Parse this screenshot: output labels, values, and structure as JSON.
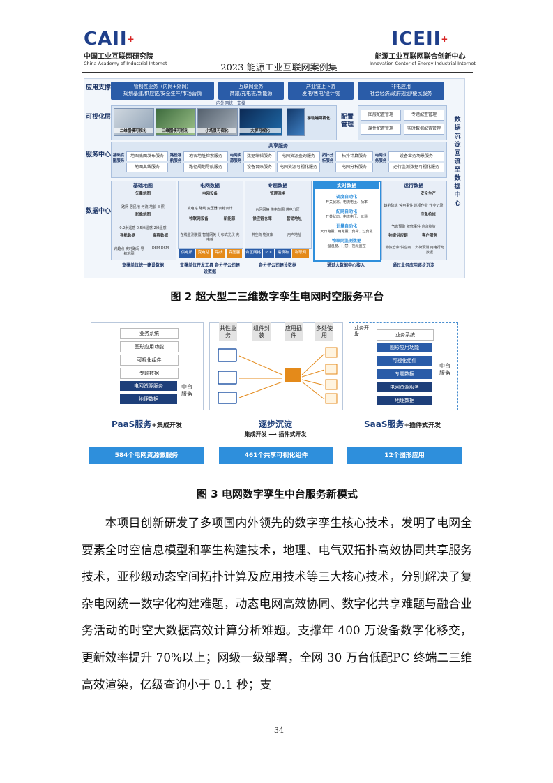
{
  "header": {
    "left_logo": "CAII",
    "left_cn": "中国工业互联网研究院",
    "left_en": "China Academy of Industrial Internet",
    "right_logo": "ICEII",
    "right_cn": "能源工业互联网联合创新中心",
    "right_en": "Innovation Center of Energy Industrial Internet",
    "center": "2023 能源工业互联网案例集"
  },
  "fig2": {
    "rows": [
      "应用支撑",
      "可视化层",
      "服务中心",
      "数据中心"
    ],
    "app_support": [
      {
        "title": "管制性业务（内网+外网）",
        "sub": "规划基建/供应链/安全生产/市场营销"
      },
      {
        "title": "互联网业务",
        "sub": "商旅/充电桩/新能源"
      },
      {
        "title": "产业链上下游",
        "sub": "发电/售电/设计院"
      },
      {
        "title": "非电应用",
        "sub": "社会经济/政府规划/便民服务"
      }
    ],
    "inner_outer": "内外网统一支撑",
    "vis_shots": [
      "二维图模可视化",
      "三维图模可视化",
      "小场景可视化",
      "大屏可视化",
      "移动端可视化"
    ],
    "config_label": "配置管理",
    "config_items": [
      "图层配置管理",
      "专题配置管理",
      "属性配置管理",
      "实时数据配置管理"
    ],
    "shared_services": "共享服务",
    "service_groups": [
      {
        "name": "基础底图服务",
        "items": [
          "地图底图发布服务",
          "地图离线服务"
        ]
      },
      {
        "name": "路径导航服务",
        "items": [
          "地名地址检索服务",
          "路径规划导航服务"
        ]
      },
      {
        "name": "电网资源服务",
        "items": [
          "数据编辑服务",
          "电网资源查询服务",
          "设备台账服务",
          "电网资源可视化服务"
        ]
      },
      {
        "name": "拓扑分析服务",
        "items": [
          "拓扑计算服务",
          "电网分析服务"
        ]
      },
      {
        "name": "电网业务服务",
        "items": [
          "设备业务场景服务",
          "运行监测数据可视化服务"
        ]
      }
    ],
    "data_panels": [
      "基础地图",
      "电网数据",
      "专题数据",
      "实时数据",
      "运行数据"
    ],
    "base_map": {
      "g1": "矢量地图",
      "g1_items": [
        "路网",
        "居民地",
        "河流",
        "地貌",
        "日照"
      ],
      "g2": "影像地图",
      "g2_items": [
        "0.2米遥感",
        "0.5米遥感",
        "2米遥感"
      ],
      "g3": "导航数据",
      "g3_items": [
        "兴趣点",
        "实时路况",
        "导航地图"
      ],
      "g4": "高程数据",
      "g4_items": [
        "DEM",
        "DSM"
      ]
    },
    "grid_data": {
      "g1": "电网设备",
      "g1_items": [
        "变电站",
        "路线",
        "变压器",
        "表箱表计"
      ],
      "g2": "物联网设备",
      "g2_items": [
        "在线监测装置",
        "智能网关",
        "分布式光伏",
        "充电桩"
      ],
      "g3": "新能源"
    },
    "topic_data": {
      "g1": "管理网格",
      "g1_items": [
        "台区网格",
        "供电范围",
        "供电分区"
      ],
      "g2": "供应链仓库",
      "g2_items": [
        "供应商",
        "物资库"
      ],
      "g3": "营销地址",
      "g3_items": [
        "用户地址"
      ]
    },
    "chips": [
      "供电所",
      "变电站",
      "路线",
      "变压器",
      "台区网格",
      "POI",
      "建筑物",
      "物联网"
    ],
    "realtime": [
      "调度自动化",
      "开关状态、电流电压、功率",
      "配网自动化",
      "开关状态、电流电压、三遥",
      "计量自动化",
      "天日电量、用电量、负荷、过负载",
      "物联网监测数据",
      "温湿度、门禁、视频监控"
    ],
    "ops": {
      "g1": "安全生产",
      "g1_items": [
        "缺陷隐患",
        "停电事件",
        "巡视作业",
        "作业记录"
      ],
      "g2": "应急抢修",
      "g2_items": [
        "气象预警",
        "抢修事件",
        "应急物资"
      ],
      "g3": "物资供应链",
      "g3_items": [
        "物资仓库",
        "供应商"
      ],
      "g4": "客户服务",
      "g4_items": [
        "负荷预测",
        "用电行为数据"
      ]
    },
    "bottom": [
      "支撑单位统一建设数据",
      "支撑单位开发工具 各分子公司建设数据",
      "各分子公司建设数据",
      "通过大数据中心接入",
      "通过业务应用逐步沉淀"
    ],
    "side": "数据沉淀回流至数据中心"
  },
  "caption2": "图 2  超大型二三维数字孪生电网时空服务平台",
  "fig3": {
    "left_tags": [
      "业务系统",
      "图形应用功能",
      "可视化组件",
      "专题数据",
      "电网资源服务",
      "地理数据"
    ],
    "middle_label": "中台服务",
    "paas": "PaaS服务",
    "paas_suffix": "+集成开发",
    "center_top": [
      "共性业务",
      "组件封装",
      "应用插件",
      "多处使用"
    ],
    "center_title": "逐步沉淀",
    "center_arrow_l": "集成开发",
    "center_arrow_r": "插件式开发",
    "right_side_label": "业务开发",
    "right_tags": [
      "业务系统",
      "图形应用功能",
      "可视化组件",
      "专题数据",
      "电网资源服务",
      "地理数据"
    ],
    "saas": "SaaS服务",
    "saas_suffix": "+插件式开发",
    "bars": [
      "584个电网资源微服务",
      "461个共享可视化组件",
      "12个图形应用"
    ]
  },
  "caption3": "图 3  电网数字孪生中台服务新模式",
  "paragraph": "本项目创新研发了多项国内外领先的数字孪生核心技术，发明了电网全要素全时空信息模型和孪生构建技术，地理、电气双拓扑高效协同共享服务技术，亚秒级动态空间拓扑计算及应用技术等三大核心技术，分别解决了复杂电网统一数字化构建难题，动态电网高效协同、数字化共享难题与融合业务活动的时空大数据高效计算分析难题。支撑年 400 万设备数字化移交，更新效率提升 70%以上；网级一级部署，全网 30 万台低配PC 终端二三维高效渲染，亿级查询小于 0.1 秒；支",
  "page_number": "34"
}
